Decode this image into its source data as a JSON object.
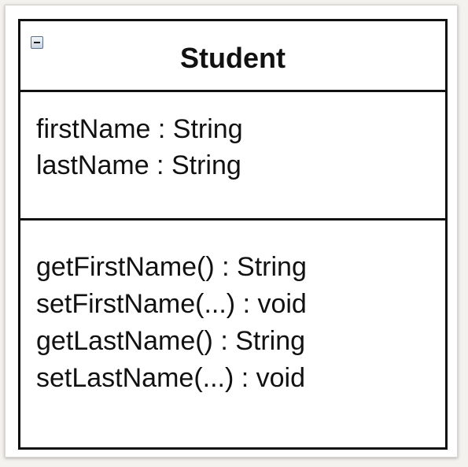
{
  "class": {
    "name": "Student",
    "collapse_icon": "minus-square-icon",
    "attributes": [
      {
        "text": "firstName : String"
      },
      {
        "text": "lastName : String"
      }
    ],
    "operations": [
      {
        "text": "getFirstName() : String"
      },
      {
        "text": "setFirstName(...) : void"
      },
      {
        "text": "getLastName() : String"
      },
      {
        "text": "setLastName(...) : void"
      }
    ]
  },
  "colors": {
    "border": "#111111",
    "background": "#ffffff"
  }
}
